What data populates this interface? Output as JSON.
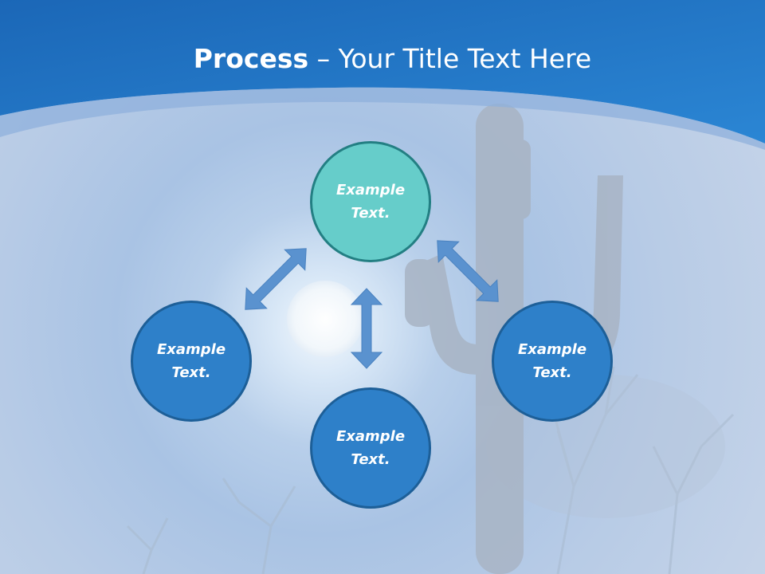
{
  "slide": {
    "title_strong": "Process",
    "title_rest": " – Your Title Text Here",
    "colors": {
      "header": "#1f77c9",
      "blue_circle": "#2e80c9",
      "teal_circle": "#66cdca",
      "arrow": "#5a92cf"
    }
  },
  "nodes": [
    {
      "line1": "Example",
      "line2": "Text."
    },
    {
      "line1": "Example",
      "line2": "Text."
    },
    {
      "line1": "Example",
      "line2": "Text."
    },
    {
      "line1": "Example",
      "line2": "Text."
    }
  ],
  "icons": {
    "arrow_shape": "double-headed-arrow"
  }
}
